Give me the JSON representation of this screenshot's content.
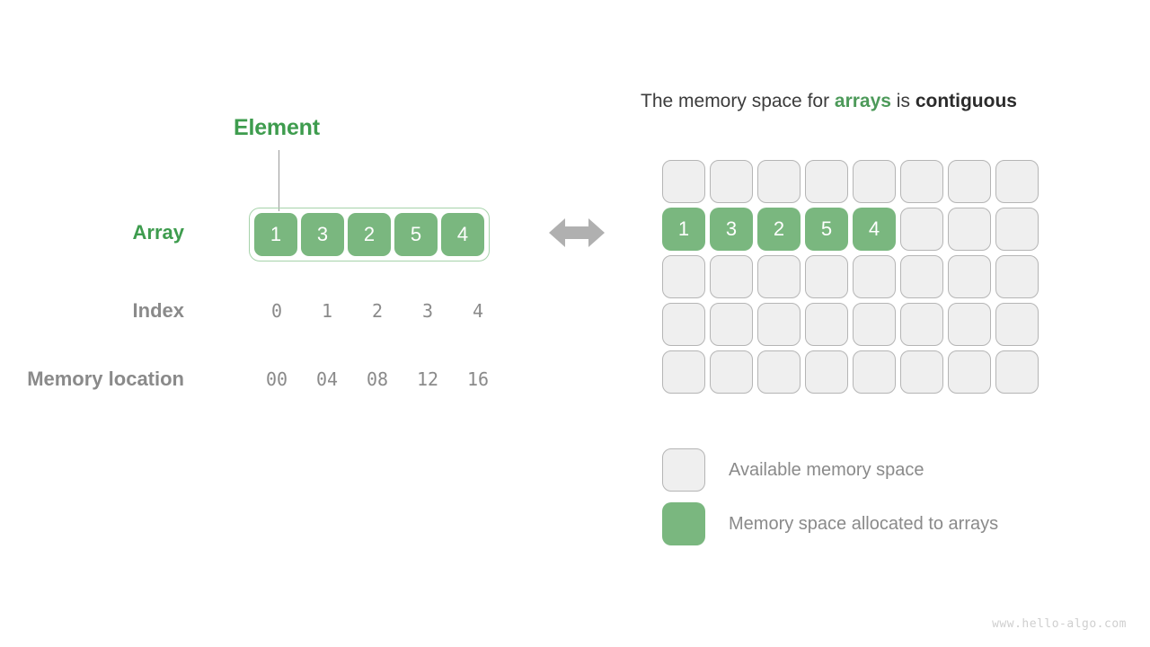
{
  "left_panel": {
    "element_label": "Element",
    "row_labels": {
      "array": "Array",
      "index": "Index",
      "memory_location": "Memory location"
    },
    "array_values": [
      "1",
      "3",
      "2",
      "5",
      "4"
    ],
    "indices": [
      "0",
      "1",
      "2",
      "3",
      "4"
    ],
    "memory_locations": [
      "00",
      "04",
      "08",
      "12",
      "16"
    ]
  },
  "arrow": {
    "name": "double-headed-arrow",
    "color": "#b0b0b0"
  },
  "right_panel": {
    "title": {
      "part1": "The memory space for ",
      "highlight_green": "arrays",
      "part2": " is ",
      "highlight_dark": "contiguous"
    },
    "grid": {
      "columns": 8,
      "rows": 5,
      "filled_row_index": 1,
      "filled_values": [
        "1",
        "3",
        "2",
        "5",
        "4"
      ]
    },
    "legend": [
      {
        "swatch": "empty",
        "label": "Available memory space"
      },
      {
        "swatch": "filled",
        "label": "Memory space allocated to arrays"
      }
    ]
  },
  "watermark": "www.hello-algo.com",
  "colors": {
    "green_fill": "#7ab77f",
    "green_label": "#3e9c4e",
    "green_title": "#4d9a5a",
    "green_border": "#a6d3aa",
    "gray_label": "#8a8a8a",
    "cell_empty_fill": "#efefef",
    "cell_empty_border": "#b5b5b5",
    "arrow_gray": "#b0b0b0",
    "watermark_gray": "#cfcfcf"
  }
}
